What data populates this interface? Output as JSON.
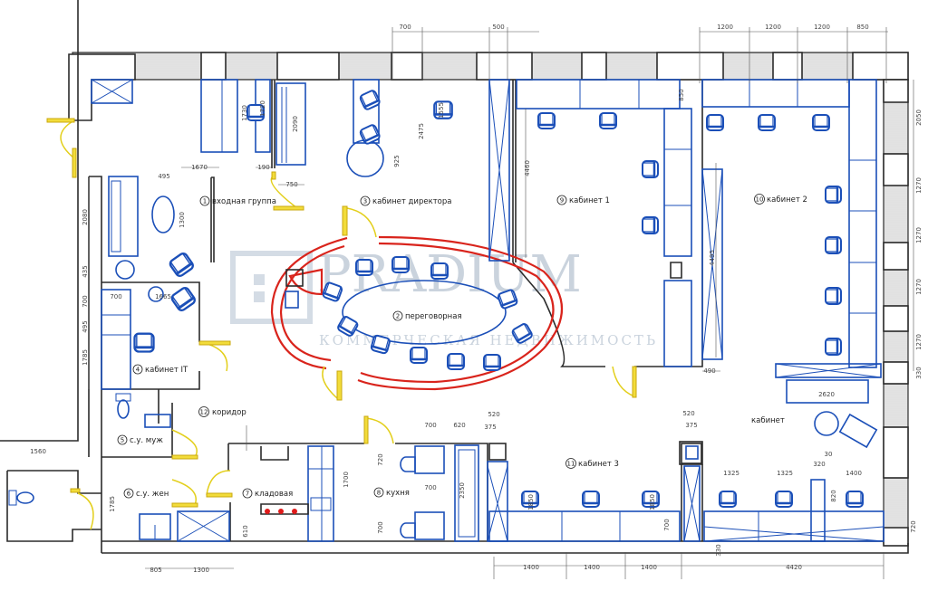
{
  "rooms": [
    {
      "num": "1",
      "name": "входная группа"
    },
    {
      "num": "2",
      "name": "переговорная"
    },
    {
      "num": "3",
      "name": "кабинет директора"
    },
    {
      "num": "4",
      "name": "кабинет IT"
    },
    {
      "num": "5",
      "name": "с.у. муж"
    },
    {
      "num": "6",
      "name": "с.у. жен"
    },
    {
      "num": "7",
      "name": "кладовая"
    },
    {
      "num": "8",
      "name": "кухня"
    },
    {
      "num": "9",
      "name": "кабинет 1"
    },
    {
      "num": "10",
      "name": "кабинет 2"
    },
    {
      "num": "11",
      "name": "кабинет 3"
    },
    {
      "num": "12",
      "name": "коридор"
    }
  ],
  "extra_room_label": "кабинет",
  "watermark": {
    "brand": "PRADIUM",
    "tagline": "КОММЕРЧЕСКАЯ НЕДВИЖИМОСТЬ"
  },
  "dimensions": [
    "700",
    "500",
    "1200",
    "1200",
    "1200",
    "850",
    "1670",
    "190",
    "750",
    "1730",
    "1720",
    "2090",
    "1555",
    "2475",
    "925",
    "495",
    "1300",
    "2080",
    "435",
    "700",
    "495",
    "1785",
    "700",
    "1665",
    "1785",
    "805",
    "1300",
    "1560",
    "610",
    "1700",
    "700",
    "620",
    "375",
    "520",
    "720",
    "700",
    "700",
    "2350",
    "4460",
    "850",
    "4495",
    "490",
    "2050",
    "1270",
    "1270",
    "1270",
    "1270",
    "330",
    "2620",
    "520",
    "375",
    "30",
    "320",
    "1325",
    "1325",
    "1400",
    "820",
    "1850",
    "1850",
    "700",
    "720",
    "330",
    "1400",
    "1400",
    "1400",
    "4420"
  ],
  "colors": {
    "walls": "#2b2b2b",
    "furniture": "#1b4fb8",
    "meeting_wall": "#d9241c",
    "doors": "#e3cf1c"
  }
}
